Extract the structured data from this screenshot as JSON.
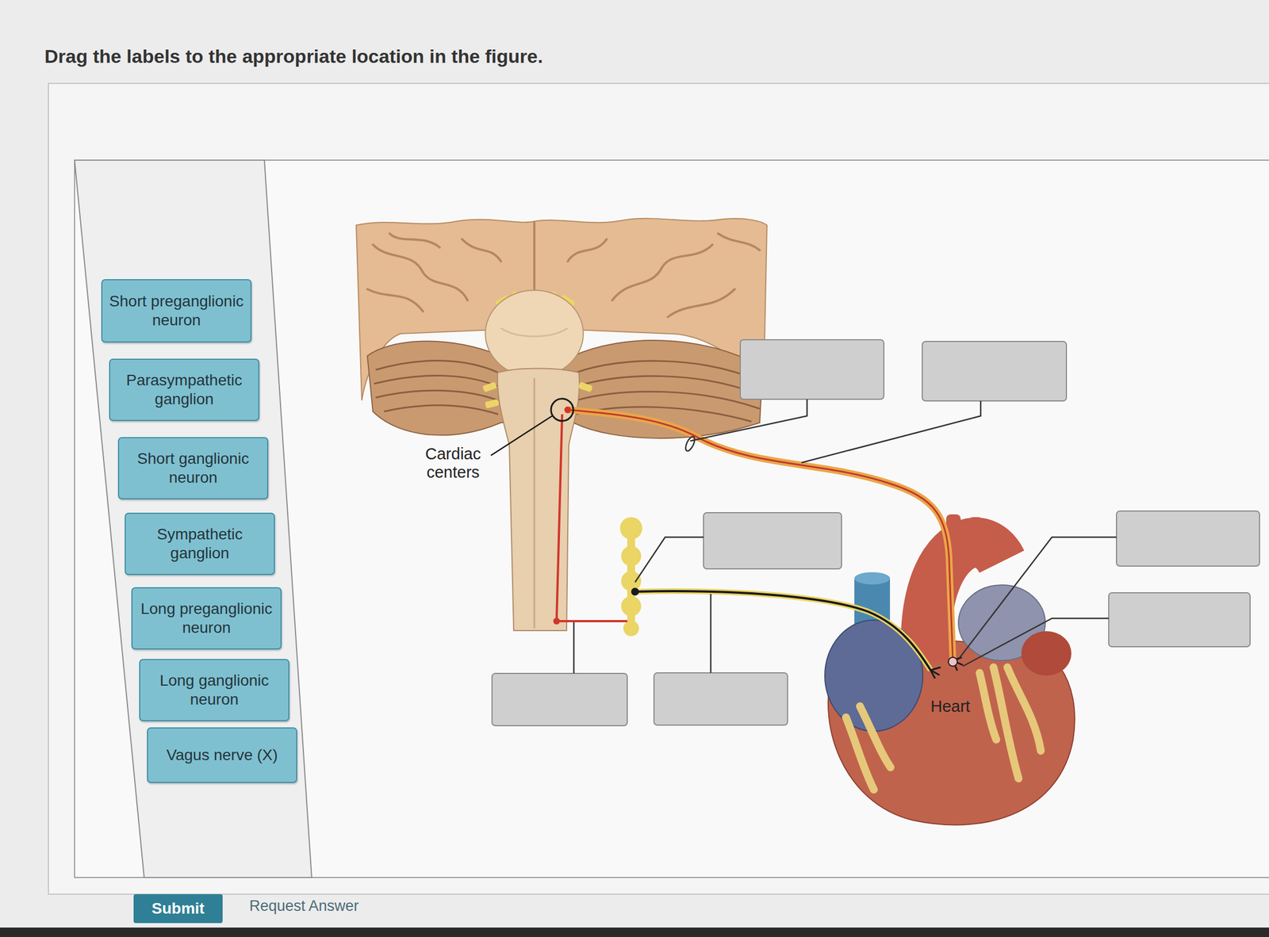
{
  "diagram": {
    "title": "Drag the labels to the appropriate location in the figure.",
    "nodes": [
      {
        "text": [
          "Short preganglionic neuron"
        ]
      },
      {
        "text": [
          "Parasympathetic ganglion"
        ]
      },
      {
        "text": [
          "Short ganglionic neuron"
        ]
      },
      {
        "text": [
          "Sympathetic ganglion"
        ]
      },
      {
        "text": [
          "Long preganglionic neuron"
        ]
      },
      {
        "text": [
          "Long ganglionic neuron"
        ]
      },
      {
        "text": [
          "Vagus nerve (X)"
        ]
      },
      {
        "text": [
          "Submit"
        ]
      }
    ],
    "labels": [
      "Cardiac centers",
      "Heart",
      "Request Answer"
    ]
  }
}
